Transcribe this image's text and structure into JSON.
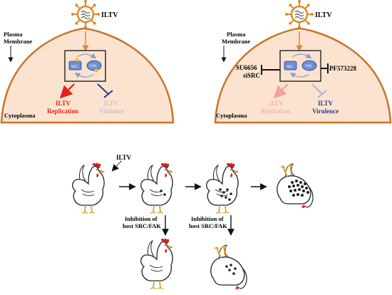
{
  "panels": [
    {
      "virus_label": "ILTV",
      "membrane_label_line1": "Plasma",
      "membrane_label_line2": "Membrane",
      "cytoplasm_label": "Cytoplasma",
      "src_label": "SRC",
      "fak_label": "FAK",
      "replication_line1": "ILTV",
      "replication_line2": "Replication",
      "virulence_line1": "ILTV",
      "virulence_line2": "Virulence"
    },
    {
      "virus_label": "ILTV",
      "membrane_label_line1": "Plasma",
      "membrane_label_line2": "Membrane",
      "cytoplasm_label": "Cytoplasma",
      "src_label": "SRC",
      "fak_label": "FAK",
      "inhibitor_left_line1": "SU6656",
      "inhibitor_left_line2": "siSRC",
      "inhibitor_right": "PF573228",
      "replication_line1": "ILTV",
      "replication_line2": "Replication",
      "virulence_line1": "ILTV",
      "virulence_line2": "Virulence"
    }
  ],
  "bottom": {
    "iltv_label": "ILTV",
    "inhibition_left_line1": "Inhibition of",
    "inhibition_left_line2": "host SRC/FAK",
    "inhibition_right_line1": "Inhibition of",
    "inhibition_right_line2": "host SRC/FAK"
  },
  "colors": {
    "cytoplasm_fill": "#fbe3cf",
    "membrane_stroke": "#c7742a",
    "virus": "#e08a2a",
    "replication_active": "#e3201b",
    "replication_faded": "#f2a0a0",
    "virulence_active": "#2b3a8f",
    "virulence_faded": "#aab4d8",
    "kinase_blue": "#6f8ed6"
  }
}
